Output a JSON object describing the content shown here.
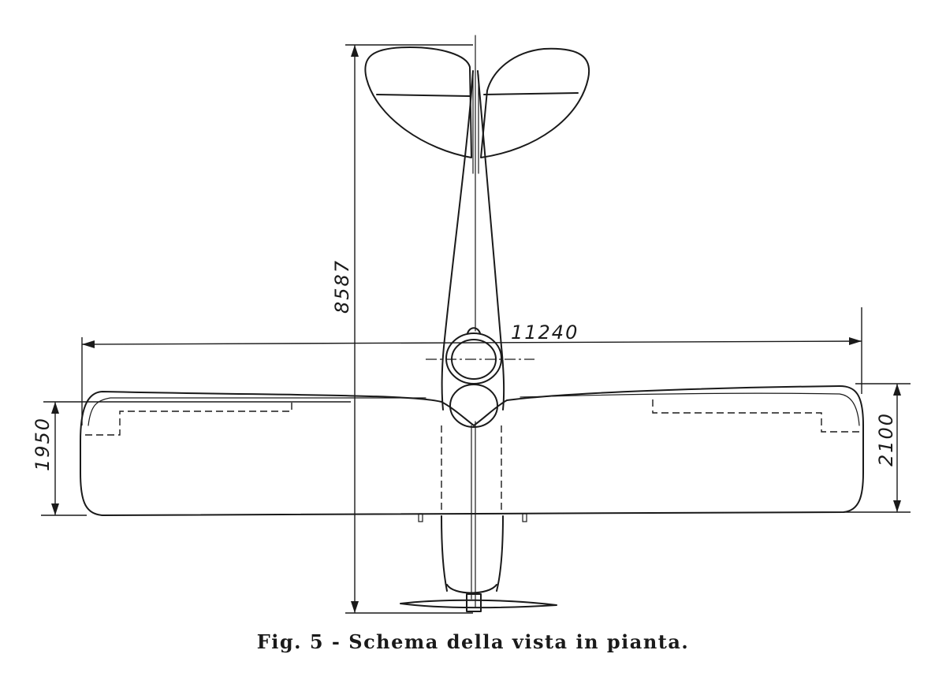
{
  "figure": {
    "caption": "Fig. 5 - Schema della vista in pianta."
  },
  "dimensions": {
    "length": "8587",
    "span": "11240",
    "chord_root": "1950",
    "chord_tip": "2100"
  }
}
